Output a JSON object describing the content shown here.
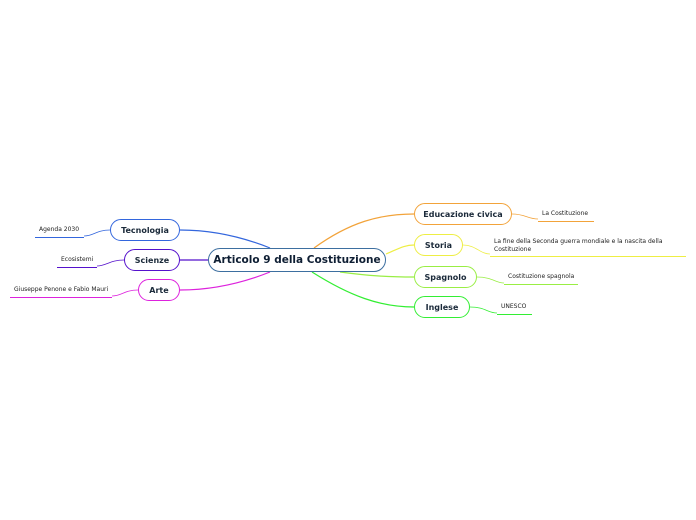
{
  "central": {
    "label": "Articolo 9 della Costituzione"
  },
  "branches": [
    {
      "id": "educazione",
      "label": "Educazione civica",
      "color": "#f2a33a",
      "leaf": "La Costituzione"
    },
    {
      "id": "storia",
      "label": "Storia",
      "color": "#eeee44",
      "leaf": "La fine della Seconda guerra mondiale e la nascita della Costituzione"
    },
    {
      "id": "spagnolo",
      "label": "Spagnolo",
      "color": "#99ee44",
      "leaf": "Costituzione spagnola"
    },
    {
      "id": "inglese",
      "label": "Inglese",
      "color": "#33ee33",
      "leaf": "UNESCO"
    },
    {
      "id": "tecnologia",
      "label": "Tecnologia",
      "color": "#3366dd",
      "leaf": "Agenda 2030"
    },
    {
      "id": "scienze",
      "label": "Scienze",
      "color": "#5511cc",
      "leaf": "Ecosistemi"
    },
    {
      "id": "arte",
      "label": "Arte",
      "color": "#dd22dd",
      "leaf": "Giuseppe Penone e Fabio Mauri"
    }
  ],
  "central_color": "#3d6fa0"
}
